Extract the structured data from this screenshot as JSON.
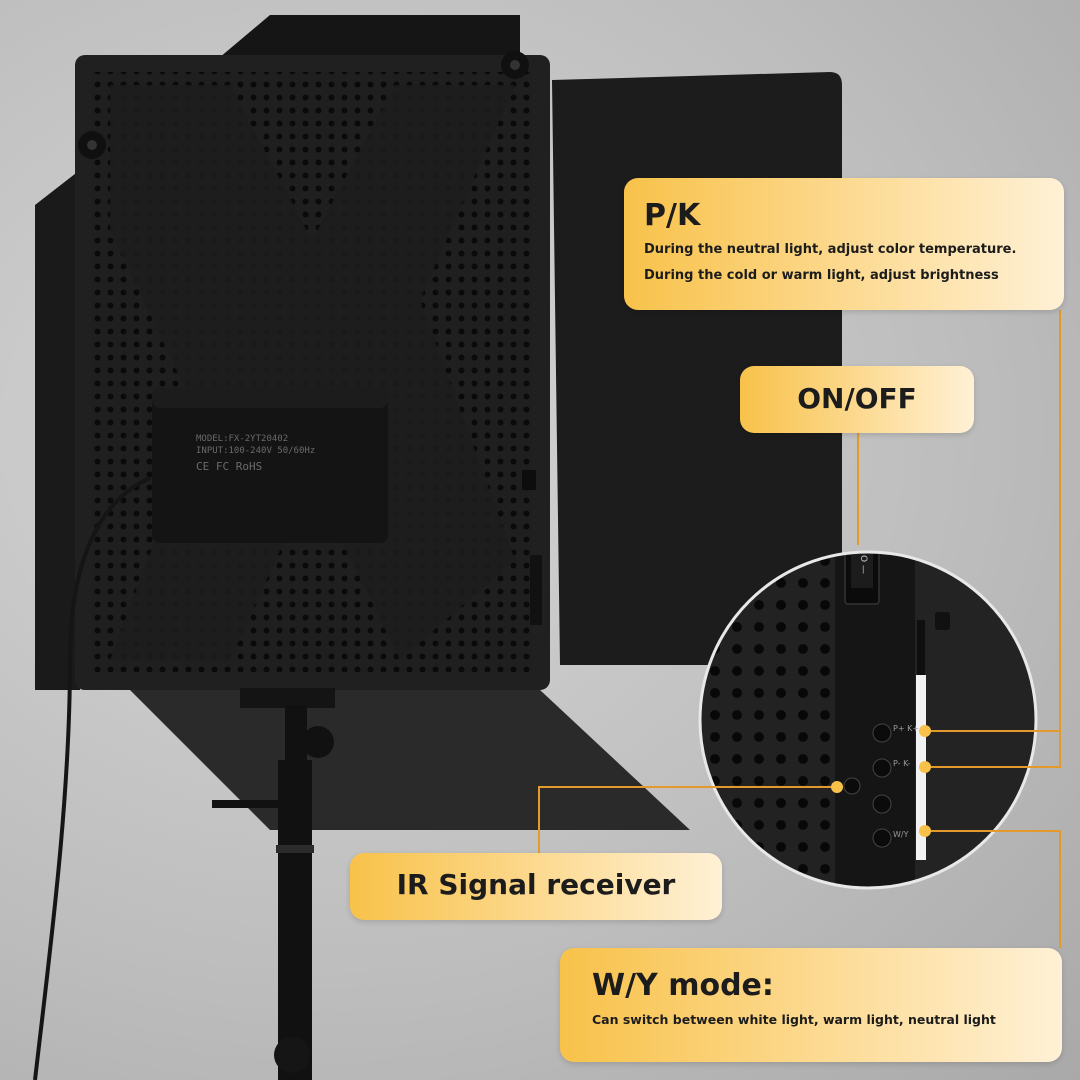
{
  "colors": {
    "accent": "#f8c24a",
    "accent_light": "#fff1d6",
    "line": "#e49a2a",
    "panel": "#1b1b1b",
    "background": "#c4c4c4"
  },
  "device": {
    "adapter_model": "MODEL:FX-2YT20402",
    "adapter_input": "INPUT:100-240V 50/60Hz",
    "adapter_marks": "CE FC RoHS"
  },
  "callouts": {
    "pk": {
      "title": "P/K",
      "desc_line1": "During the neutral light, adjust color temperature.",
      "desc_line2": "During the cold or warm light, adjust brightness"
    },
    "onoff": {
      "title": "ON/OFF"
    },
    "ir": {
      "title": "IR Signal receiver"
    },
    "wy": {
      "title": "W/Y mode:",
      "desc": "Can switch between white light, warm light, neutral light"
    }
  },
  "zoom": {
    "switch_mark": "O —",
    "button_labels": [
      "P+ K+",
      "P- K-",
      "",
      "W/Y"
    ]
  }
}
